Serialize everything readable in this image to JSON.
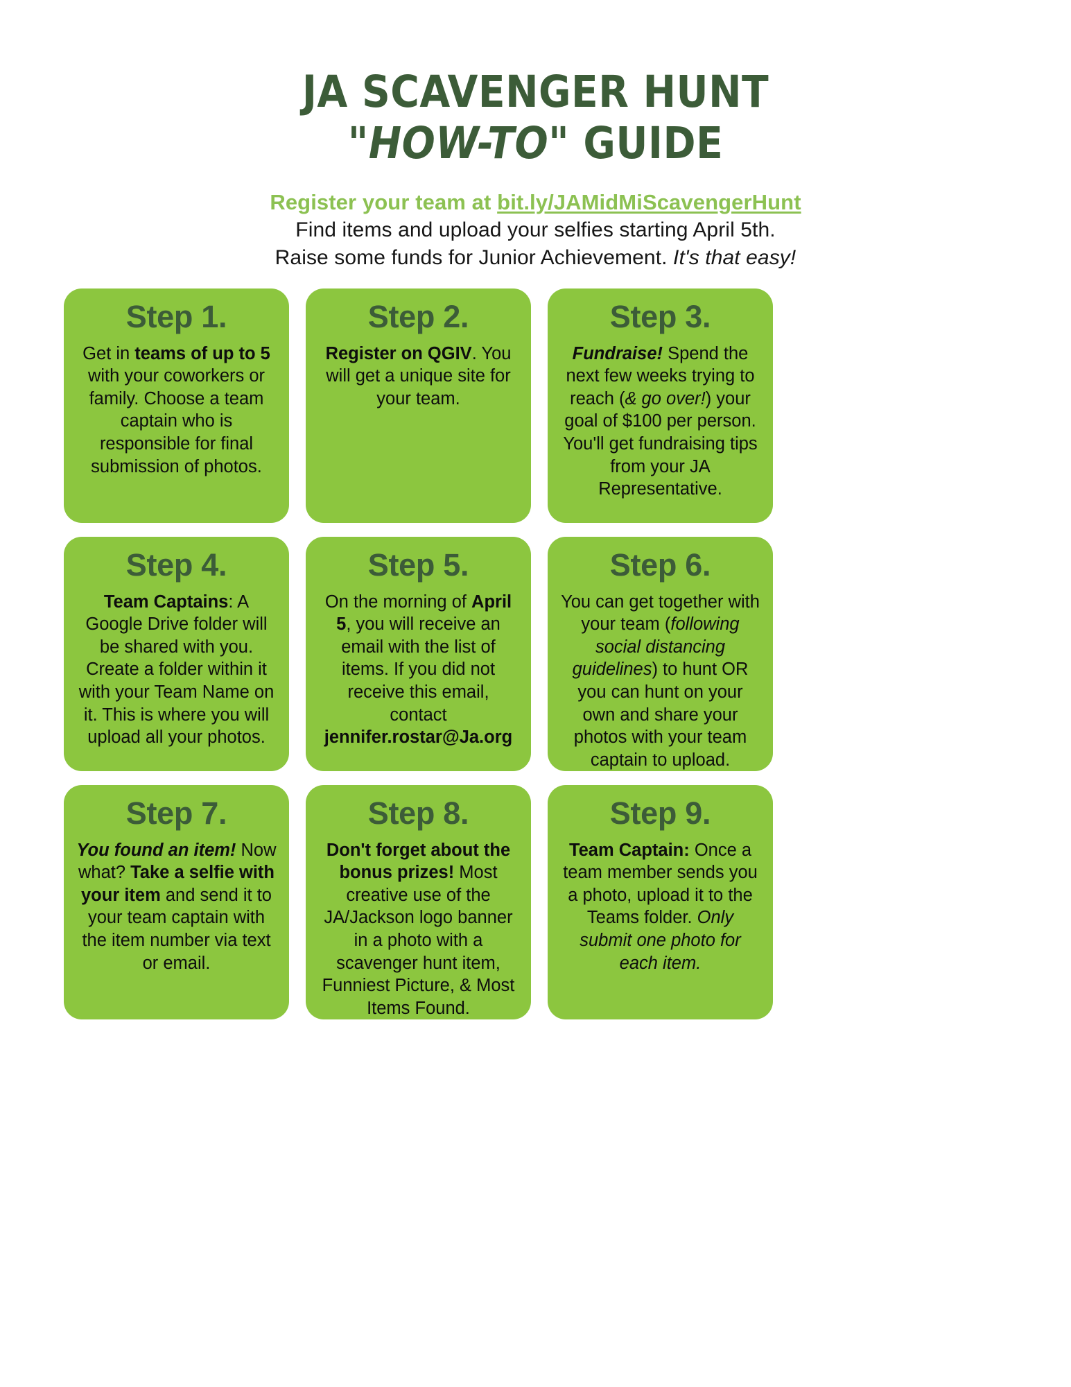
{
  "header": {
    "title_line1": "JA SCAVENGER HUNT",
    "title_howto": "\"HOW-TO\"",
    "title_guide": " GUIDE",
    "register_prefix": "Register your team at ",
    "register_url": "bit.ly/JAMidMiScavengerHunt",
    "line_find": "Find items and upload your selfies starting April 5th.",
    "line_raise": "Raise some funds for Junior Achievement. ",
    "line_raise_italic": "It's that easy!"
  },
  "colors": {
    "dark_green": "#3c5c38",
    "card_green": "#8cc63f",
    "link_green": "#8cc152",
    "body_text": "#0d0d0d",
    "page_background": "#ffffff"
  },
  "steps": [
    {
      "title": "Step 1.",
      "body_html": "Get in <b>teams of up to 5</b> with your coworkers or family. Choose a team captain who is responsible for final submission of photos."
    },
    {
      "title": "Step 2.",
      "body_html": "<b>Register on QGIV</b>. You will get a unique site for your team."
    },
    {
      "title": "Step 3.",
      "body_html": "<span class=\"bi\">Fundraise!</span> Spend the next few weeks trying to reach (<i>&amp; go over!</i>) your goal of $100 per person. You'll get fundraising tips from your JA Representative."
    },
    {
      "title": "Step 4.",
      "body_html": "<b>Team Captains</b>: A Google Drive folder will be shared with you. Create a folder within it with your Team Name on it. This is where you will upload all your photos."
    },
    {
      "title": "Step 5.",
      "body_html": "On the morning of <b>April 5</b>, you will receive an email with the list of items. If you did not receive this email, contact <b>jennifer.rostar@Ja.org</b>"
    },
    {
      "title": "Step 6.",
      "body_html": "You can get together with your team (<i>following social distancing guidelines</i>) to hunt OR you can hunt on your own and share your photos with your team captain to upload."
    },
    {
      "title": "Step 7.",
      "body_html": "<span class=\"bi\">You found an item!</span> Now what? <b>Take a selfie with your item</b> and send it to your team captain with the item number via text or email."
    },
    {
      "title": "Step 8.",
      "body_html": "<b>Don't forget about the bonus prizes!</b> Most creative use of the JA/Jackson logo banner in a photo with a scavenger hunt item, Funniest Picture, &amp; Most Items Found."
    },
    {
      "title": "Step 9.",
      "body_html": "<b>Team Captain:</b> Once a team member sends you a photo, upload it to the Teams folder. <i>Only submit one photo for each item.</i>"
    }
  ]
}
